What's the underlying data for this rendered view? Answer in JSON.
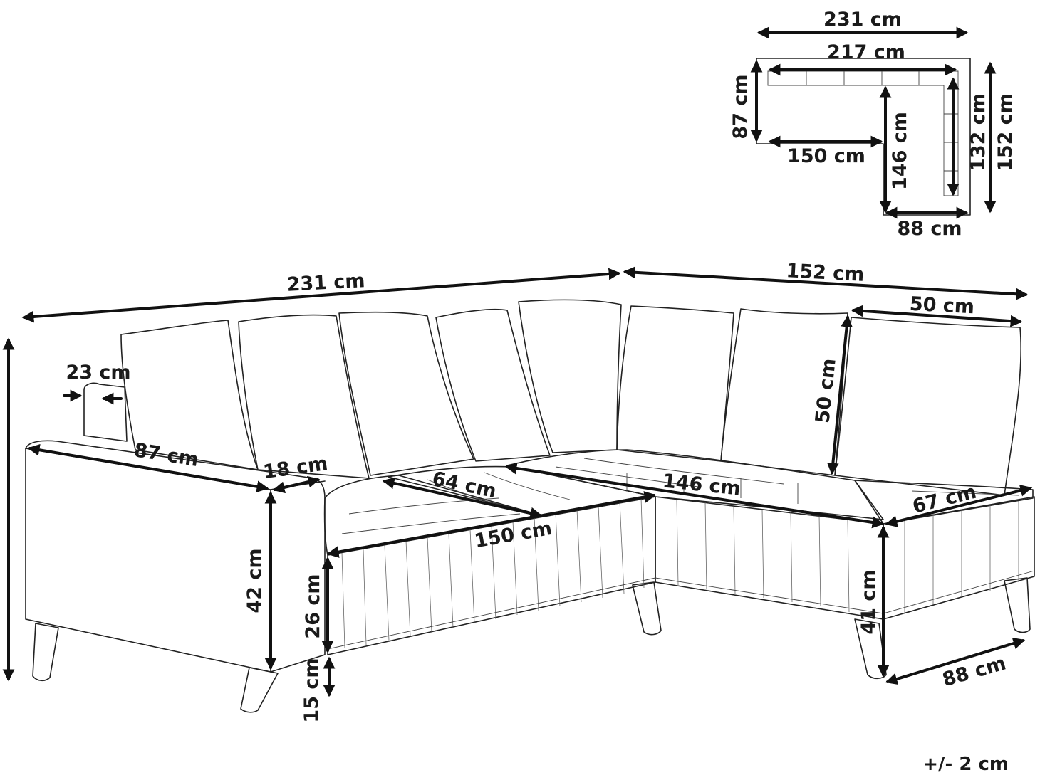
{
  "plan_view": {
    "total_width": "231 cm",
    "inner_width": "217 cm",
    "left_depth": "87 cm",
    "seat_length": "150 cm",
    "chaise_inner_length": "146 cm",
    "inner_depth": "132 cm",
    "total_depth": "152 cm",
    "chaise_width": "88 cm"
  },
  "front_view": {
    "total_width": "231 cm",
    "total_depth": "152 cm",
    "cushion_width": "50 cm",
    "cushion_height": "50 cm",
    "armrest_width": "23 cm",
    "armrest_depth": "87 cm",
    "armrest_thickness": "18 cm",
    "seat_cushion_depth": "64 cm",
    "seat_front_length": "150 cm",
    "chaise_length": "146 cm",
    "chaise_seat_depth": "67 cm",
    "arm_height": "42 cm",
    "seat_height": "26 cm",
    "leg_height": "15 cm",
    "chaise_height": "41 cm",
    "chaise_base_width": "88 cm"
  },
  "tolerance": "+/- 2 cm"
}
